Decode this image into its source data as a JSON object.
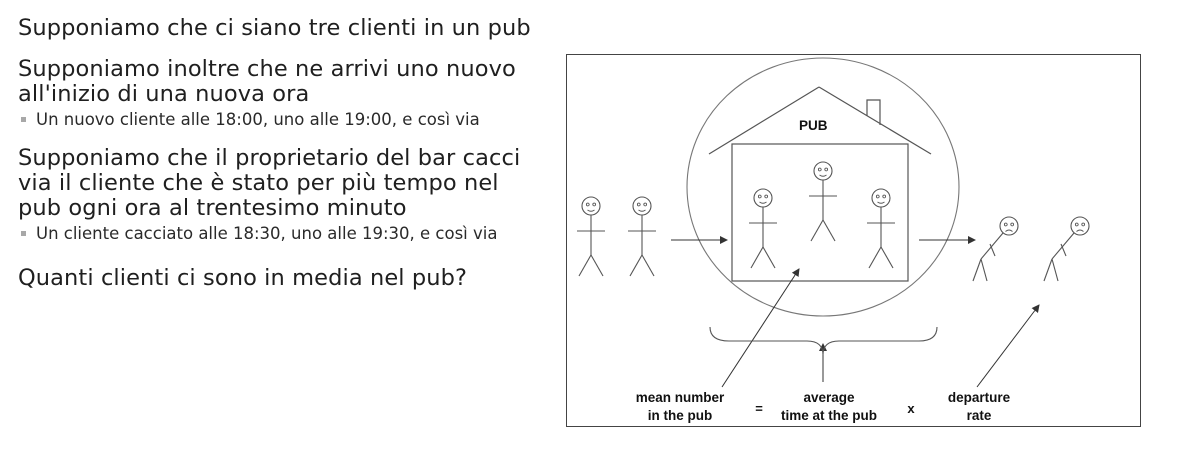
{
  "slide": {
    "bullets": [
      {
        "text": "Supponiamo che ci siano tre clienti in un pub"
      },
      {
        "text": "Supponiamo inoltre che ne arrivi uno nuovo all'inizio di una nuova ora",
        "sub": "Un nuovo cliente alle 18:00, uno alle 19:00, e così via"
      },
      {
        "text": "Supponiamo che il proprietario del bar cacci via il cliente che è stato per più tempo nel pub ogni ora al trentesimo minuto",
        "sub": "Un cliente cacciato alle 18:30, uno alle 19:30, e così via"
      },
      {
        "text": "Quanti clienti ci sono in media nel pub?"
      }
    ]
  },
  "figure": {
    "pub_label": "PUB",
    "formula": {
      "term1": [
        "mean number",
        "in the pub"
      ],
      "equals": "=",
      "term2": [
        "average",
        "time at the pub"
      ],
      "times": "x",
      "term3": [
        "departure",
        "rate"
      ]
    }
  }
}
